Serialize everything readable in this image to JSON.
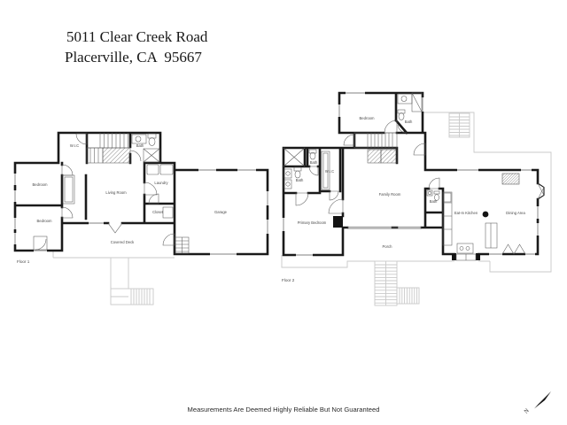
{
  "title": {
    "line1": "5011 Clear Creek Road",
    "line2": "Placerville, CA  95667"
  },
  "floor1": {
    "name": "Floor 1",
    "rooms": {
      "wic": "W.I.C",
      "bath": "Bath",
      "bedroom_upper": "Bedroom",
      "bedroom_lower": "Bedroom",
      "living_room": "Living Room",
      "laundry": "Laundry",
      "closet": "Closet",
      "garage": "Garage",
      "covered_deck": "Covered Deck"
    }
  },
  "floor2": {
    "name": "Floor 2",
    "rooms": {
      "bedroom": "Bedroom",
      "bath_upper": "Bath",
      "bath_hall": "Bath",
      "wic": "W.I.C",
      "bath_left": "Bath",
      "primary_bedroom": "Primary Bedroom",
      "family_room": "Family Room",
      "bath_kitchen": "Bath",
      "eat_in_kitchen": "Eat-In Kitchen",
      "dining_area": "Dining Area",
      "porch": "Porch"
    }
  },
  "footer": {
    "disclaimer": "Measurements Are Deemed Highly Reliable But Not Guaranteed",
    "north_label": "N"
  },
  "colors": {
    "wall": "#1a1a1a",
    "roof_outline": "#c9c9c9",
    "label_text": "#4a4a4a"
  }
}
